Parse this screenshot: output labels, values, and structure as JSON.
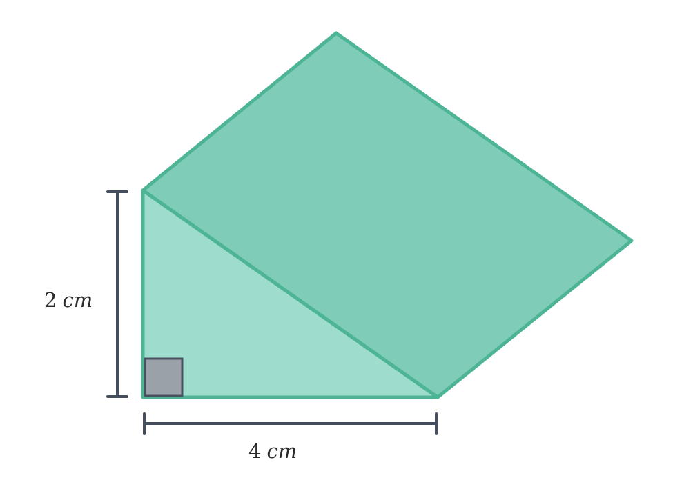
{
  "diagram": {
    "height_label": {
      "value": "2",
      "unit": "cm"
    },
    "width_label": {
      "value": "4",
      "unit": "cm"
    },
    "colors": {
      "triangle_fill": "#9edccd",
      "square_fill": "#7fcdb9",
      "edge_stroke": "#4db495",
      "dimension_line": "#454e5e",
      "right_angle_fill": "#9aa1a9",
      "right_angle_stroke": "#4a5060"
    }
  }
}
